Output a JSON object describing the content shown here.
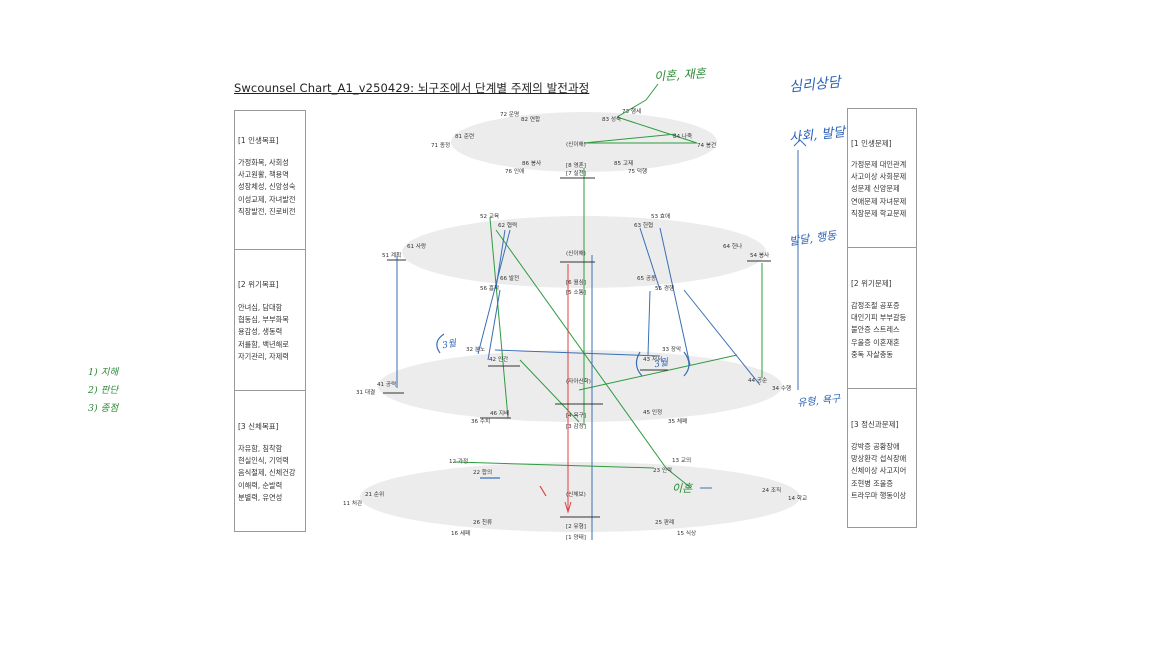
{
  "title": "Swcounsel Chart_A1_v250429: 뇌구조에서 단계별 주제의 발전과정",
  "left_panel": {
    "sections": [
      {
        "header": "[1 인생목표]",
        "items": [
          "가정화목, 사회성",
          "사고원활, 책용역",
          "성장체성, 신앙성숙",
          "이성교제, 자녀발전",
          "직장발전, 진로비전"
        ]
      },
      {
        "header": "[2 위기목표]",
        "items": [
          "안녀심, 담대함",
          "협동심, 부부화목",
          "용감성, 생동력",
          "저률함, 백년해로",
          "자기관리, 자제력"
        ]
      },
      {
        "header": "[3 신체목표]",
        "items": [
          "자유함, 침착함",
          "현실인식, 기억력",
          "음식절제, 신체건강",
          "이해력, 순발력",
          "분별력, 유연성"
        ]
      }
    ]
  },
  "right_panel": {
    "sections": [
      {
        "header": "[1 인생문제]",
        "items": [
          "가정문제 대인관계",
          "사고이상 사회문제",
          "성문제   신앙문제",
          "연애문제 자녀문제",
          "직장문제 학교문제"
        ]
      },
      {
        "header": "[2 위기문제]",
        "items": [
          "감정조절 공포증",
          "대인기피 부부갈등",
          "불안증 스트레스",
          "우울증 이혼재혼",
          "중독 자살충동"
        ]
      },
      {
        "header": "[3 정신과문제]",
        "items": [
          "강박증 공황장애",
          "망상환각 섭식장애",
          "신체이상 사고지어",
          "조현병 조울증",
          "트라우마 행동이상"
        ]
      }
    ]
  },
  "levels": [
    {
      "id": "top",
      "center": [
        "(신이해)",
        "[8 영혼]",
        "[7 실천]"
      ],
      "nodes": [
        "72 운명",
        "73 행세",
        "82 연합",
        "83 성숙",
        "81 준련",
        "84 나죽",
        "71 종정",
        "74 봉건",
        "86 봉사",
        "85 고제",
        "76 인애",
        "75 덕행"
      ]
    },
    {
      "id": "upper",
      "center": [
        "(신이해)",
        "[6 월심]",
        "[5 소통]"
      ],
      "nodes": [
        "52 교육",
        "53 효애",
        "62 협력",
        "63 헌협",
        "61 사랑",
        "64 헌나",
        "51 계획",
        "54 봉사",
        "66 발전",
        "65 공동",
        "56 흡착",
        "55 경행"
      ]
    },
    {
      "id": "middle",
      "center": [
        "(자아신학)",
        "[4 욕구]",
        "[3 감정]"
      ],
      "nodes": [
        "32 분노",
        "33 장악",
        "42 인간",
        "43 저서",
        "41 공력",
        "44 공순",
        "31 대결",
        "34 수행",
        "46 지배",
        "45 인정",
        "36 수치",
        "35 체폐"
      ]
    },
    {
      "id": "bottom",
      "center": [
        "(신체보)",
        "[2 유형]",
        "[1 양태]"
      ],
      "nodes": [
        "12 가정",
        "13 교의",
        "22 합의",
        "23 인락",
        "21 순위",
        "24 조직",
        "11 처관",
        "14 학교",
        "26 친류",
        "25 판례",
        "16 세패",
        "15 식상"
      ]
    }
  ],
  "annotations": {
    "green_top": "이혼, 재혼",
    "green_bottom": "이혼",
    "blue_top_right": "심리상담",
    "blue_right_1": "사회, 발달",
    "blue_right_2": "발달, 행동",
    "blue_right_3": "유형, 욕구",
    "blue_left_mid": "3월",
    "blue_right_mid": "3월",
    "green_left": [
      "1) 지해",
      "2) 판단",
      "3) 종점"
    ]
  },
  "colors": {
    "ellipse_fill": "#ececec",
    "green": "#2e9b3f",
    "blue": "#3a6fb5",
    "red": "#e04040",
    "panel_border": "#999999"
  }
}
